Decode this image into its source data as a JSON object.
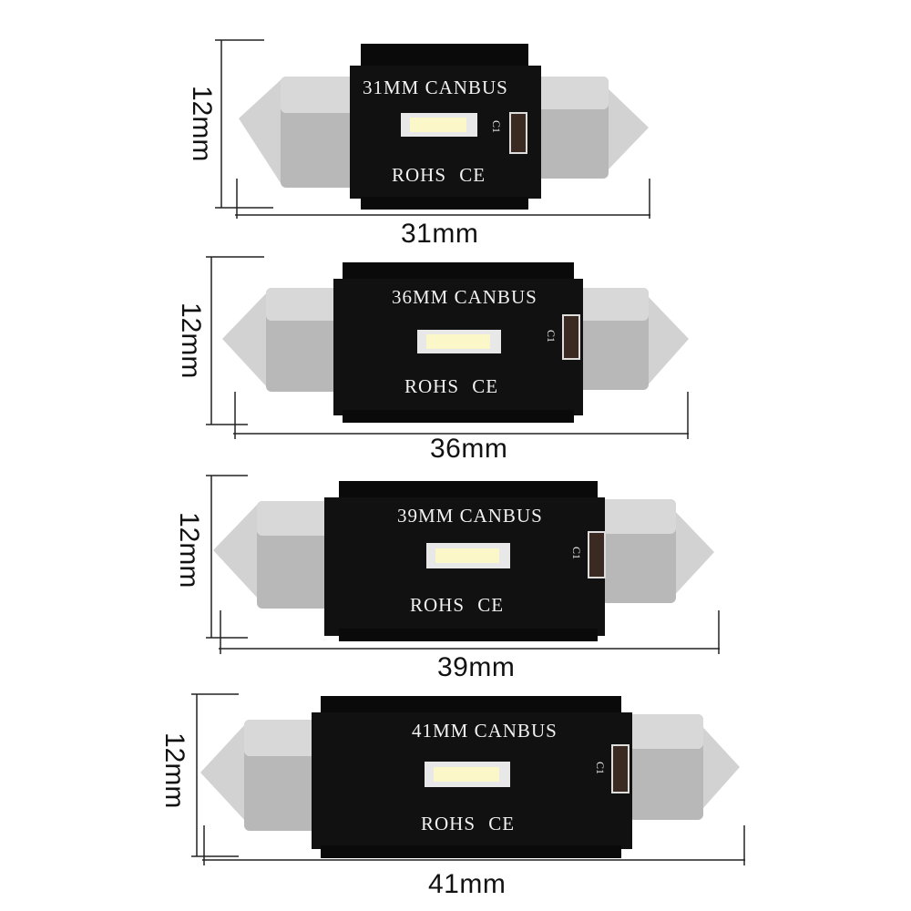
{
  "bulbs": [
    {
      "title": "31MM CANBUS",
      "marks": "ROHS CE",
      "c1": "C1",
      "width_label": "31mm",
      "height_label": "12mm"
    },
    {
      "title": "36MM CANBUS",
      "marks": "ROHS CE",
      "c1": "C1",
      "width_label": "36mm",
      "height_label": "12mm"
    },
    {
      "title": "39MM CANBUS",
      "marks": "ROHS CE",
      "c1": "C1",
      "width_label": "39mm",
      "height_label": "12mm"
    },
    {
      "title": "41MM CANBUS",
      "marks": "ROHS CE",
      "c1": "C1",
      "width_label": "41mm",
      "height_label": "12mm"
    }
  ],
  "colors": {
    "pcb": "#0d0d0d",
    "metal": "#b9b9b9",
    "led": "#f6f3c8",
    "line": "#222222"
  }
}
